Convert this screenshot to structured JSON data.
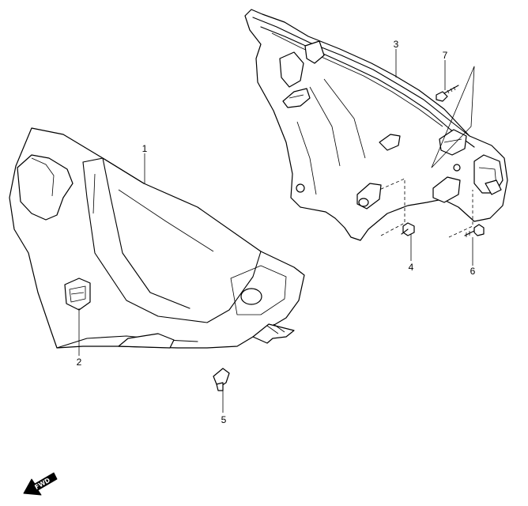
{
  "callouts": {
    "p1": "1",
    "p2": "2",
    "p3": "3",
    "p4": "4",
    "p5": "5",
    "p6": "6",
    "p7": "7"
  },
  "fwd_label": "FWD"
}
